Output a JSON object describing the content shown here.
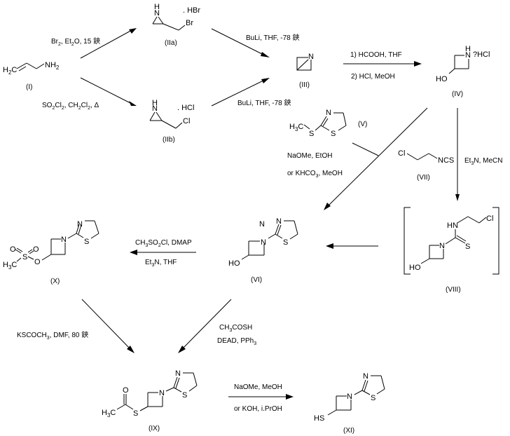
{
  "scheme": {
    "type": "reaction-scheme",
    "compounds": {
      "I": {
        "label": "(I)",
        "atoms": [
          "H2C",
          "NH2"
        ]
      },
      "IIa": {
        "label": "(IIa)",
        "atoms": [
          "H",
          "N",
          "Br"
        ],
        "salt": ". HBr"
      },
      "IIb": {
        "label": "(IIb)",
        "atoms": [
          "H",
          "N",
          "Cl"
        ],
        "salt": ". HCl"
      },
      "III": {
        "label": "(III)",
        "atoms": [
          "N"
        ]
      },
      "IV": {
        "label": "(IV)",
        "atoms": [
          "H",
          "N",
          "HO"
        ],
        "salt": "?HCl"
      },
      "V": {
        "label": "(V)",
        "atoms": [
          "H3C",
          "S",
          "N",
          "S"
        ]
      },
      "VI": {
        "label": "(VI)",
        "atoms": [
          "HO",
          "N",
          "N",
          "S"
        ]
      },
      "VII": {
        "label": "(VII)",
        "atoms": [
          "Cl",
          "NCS"
        ]
      },
      "VIII": {
        "label": "(VIII)",
        "atoms": [
          "HN",
          "Cl",
          "N",
          "S",
          "HO"
        ]
      },
      "IX": {
        "label": "(IX)",
        "atoms": [
          "O",
          "H3C",
          "S",
          "N",
          "N",
          "S"
        ]
      },
      "X": {
        "label": "(X)",
        "atoms": [
          "O",
          "O",
          "H3C",
          "S",
          "O",
          "N",
          "N",
          "S"
        ]
      },
      "XI": {
        "label": "(XI)",
        "atoms": [
          "HS",
          "N",
          "N",
          "S"
        ]
      }
    },
    "conditions": {
      "I_to_IIa": "Br2, Et2O, 15 鋏",
      "I_to_IIb": "SO2Cl2, CH2Cl2, Δ",
      "IIa_to_III": "BuLi, THF, -78 鋏",
      "IIb_to_III": "BuLi, THF, -78 鋏",
      "III_to_IV_1": "1) HCOOH, THF",
      "III_to_IV_2": "2) HCl, MeOH",
      "IV_V_to_VI_1": "NaOMe, EtOH",
      "IV_V_to_VI_2": "or KHCO3, MeOH",
      "IV_VII_to_VIII": "Et3N, MeCN",
      "VI_to_X_1": "CH3SO2Cl, DMAP",
      "VI_to_X_2": "Et3N, THF",
      "X_to_IX": "KSCOCH3, DMF, 80 鋏",
      "VI_to_IX_1": "CH3COSH",
      "VI_to_IX_2": "DEAD, PPh3",
      "IX_to_XI_1": "NaOMe, MeOH",
      "IX_to_XI_2": "or KOH, i.PrOH"
    }
  }
}
